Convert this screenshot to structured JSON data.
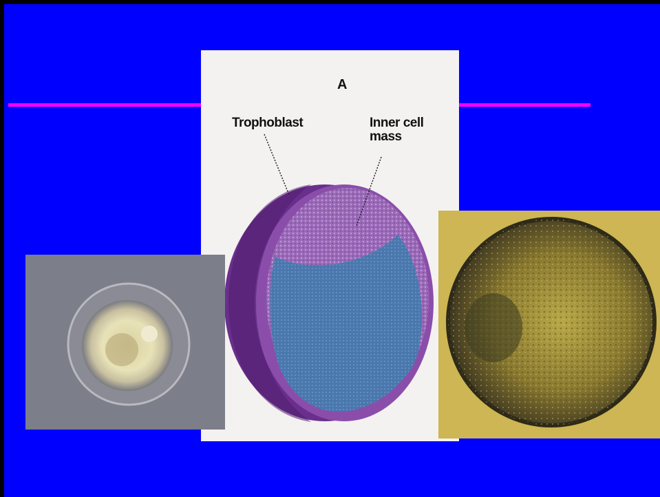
{
  "slide": {
    "background": "#0000ff",
    "accent_line_color": "#ff00ff"
  },
  "diagram": {
    "panel_letter": "A",
    "labels": {
      "trophoblast": "Trophoblast",
      "inner_cell_mass": "Inner cell mass"
    },
    "colors": {
      "trophoblast_shell": "#7a3b9c",
      "inner_cell_mass": "#9a6ab8",
      "blastocoel": "#4a78ae"
    }
  },
  "photos": {
    "left": "phase-contrast micrograph of early embryo",
    "right": "micrograph of blastocyst"
  }
}
